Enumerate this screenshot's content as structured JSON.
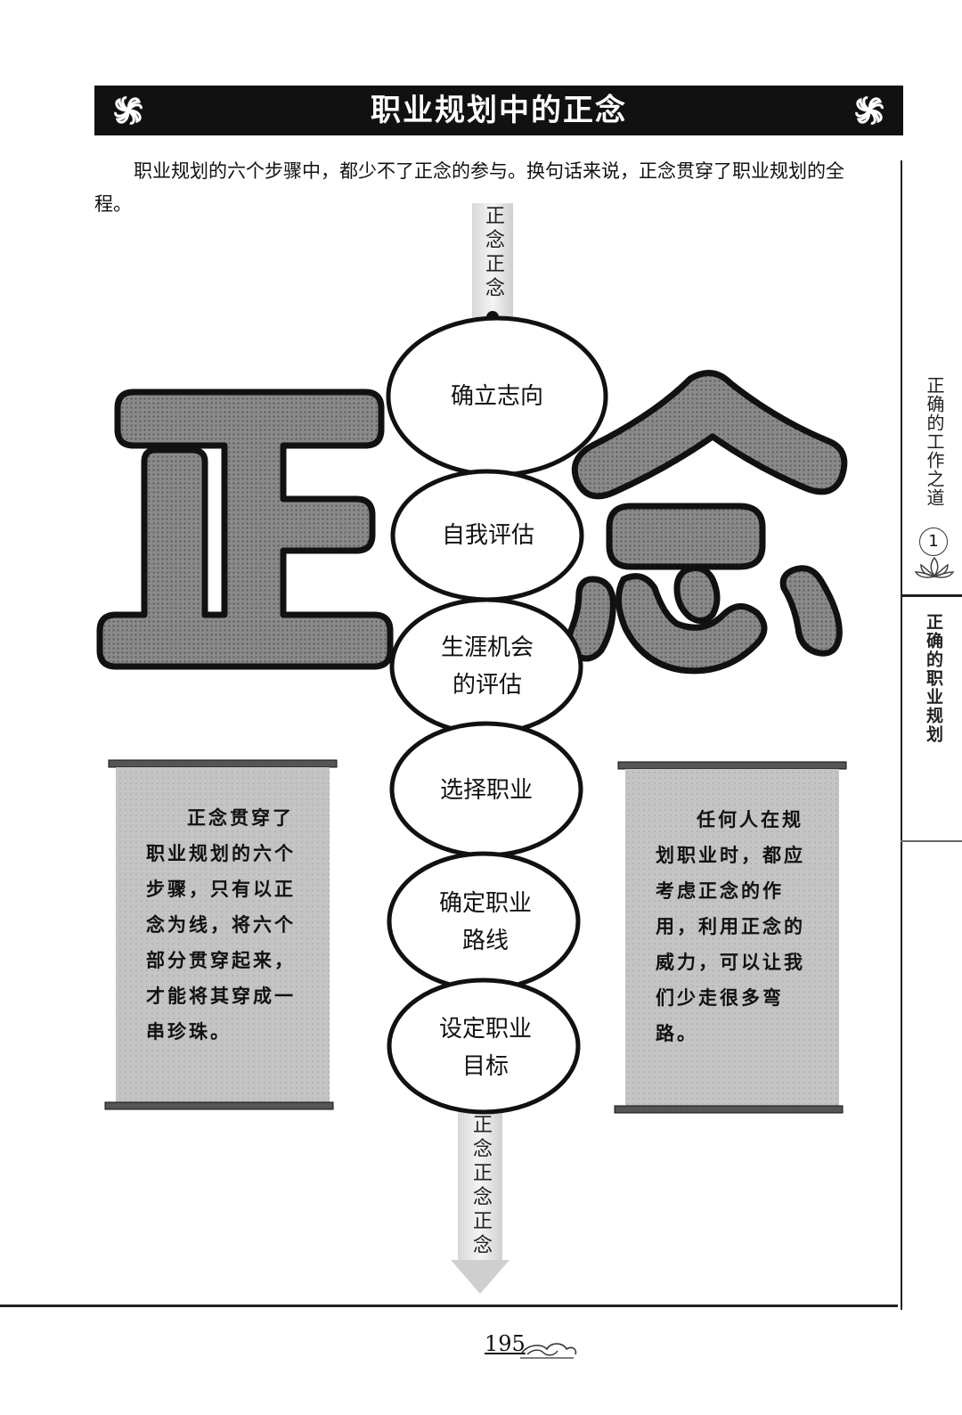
{
  "header": {
    "title": "职业规划中的正念"
  },
  "intro": "职业规划的六个步骤中，都少不了正念的参与。换句话来说，正念贯穿了职业规划的全程。",
  "sidebar": {
    "chapter": "正确的工作之道",
    "chapter_number": "1",
    "section": "正确的职业规划"
  },
  "diagram": {
    "big_chars": [
      "正",
      "念"
    ],
    "thread_top": "正念正念",
    "thread_bottom": "正念正念正念",
    "steps": [
      "确立志向",
      "自我评估",
      "生涯机会的评估",
      "选择职业",
      "确定职业路线",
      "设定职业目标"
    ],
    "scroll_left": "正念贯穿了职业规划的六个步骤，只有以正念为线，将六个部分贯穿起来，才能将其穿成一串珍珠。",
    "scroll_right": "任何人在规划职业时，都应考虑正念的作用，利用正念的威力，可以让我们少走很多弯路。"
  },
  "footer": {
    "page_number": "195"
  }
}
